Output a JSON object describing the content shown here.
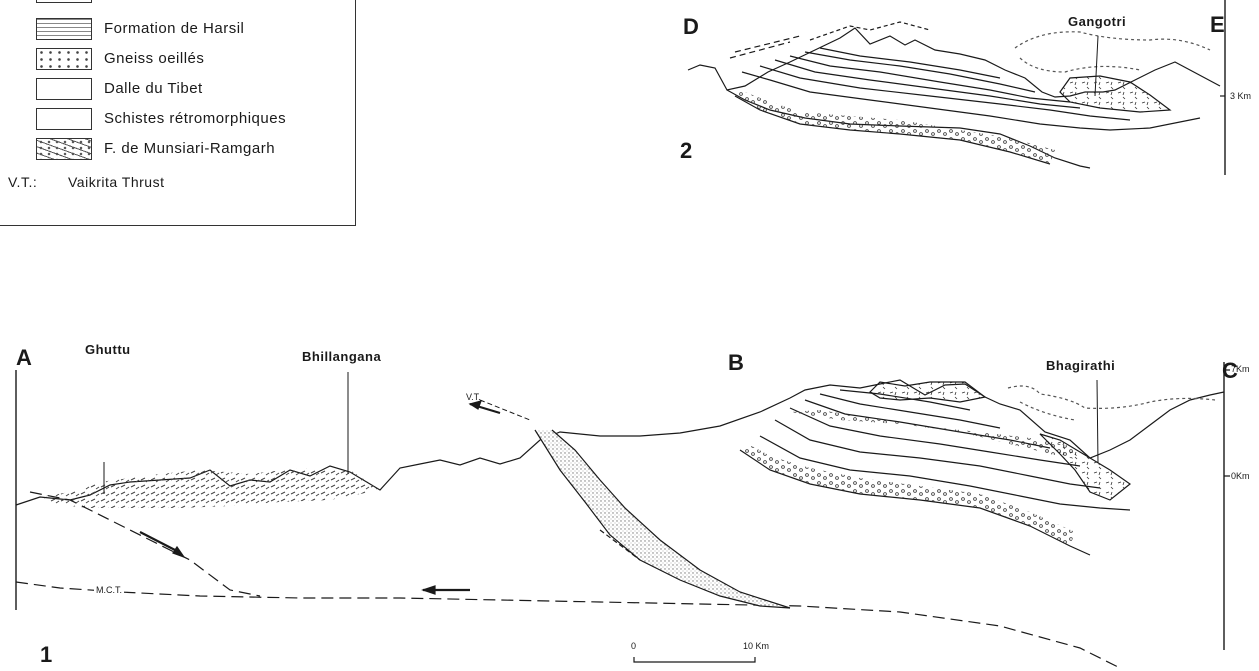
{
  "legend": {
    "items": [
      {
        "pattern": "harsil-pattern",
        "label": "Formation de Harsil"
      },
      {
        "pattern": "gneiss-pattern",
        "label": "Gneiss oeillés"
      },
      {
        "pattern": "dalle-pattern",
        "label": "Dalle du Tibet"
      },
      {
        "pattern": "schistes-pattern",
        "label": "Schistes rétromorphiques"
      },
      {
        "pattern": "munsiari-pattern",
        "label": "F. de Munsiari-Ramgarh"
      }
    ],
    "abbr": "V.T.:",
    "abbr_meaning": "Vaikrita Thrust"
  },
  "section2": {
    "left_letter": "D",
    "right_letter": "E",
    "number": "2",
    "place": "Gangotri",
    "scale_label": "3 Km"
  },
  "section1": {
    "left_letter": "A",
    "mid_letter": "B",
    "right_letter": "C",
    "number": "1",
    "places": {
      "ghuttu": "Ghuttu",
      "bhillangana": "Bhillangana",
      "bhagirathi": "Bhagirathi"
    },
    "fault_vt": "V.T.",
    "fault_mct": "M.C.T.",
    "scale_top": "7Km",
    "scale_mid": "0Km"
  },
  "scalebar": {
    "start": "0",
    "end": "10 Km"
  },
  "colors": {
    "ink": "#1a1a1a",
    "stipple": "#bdbdbd"
  }
}
